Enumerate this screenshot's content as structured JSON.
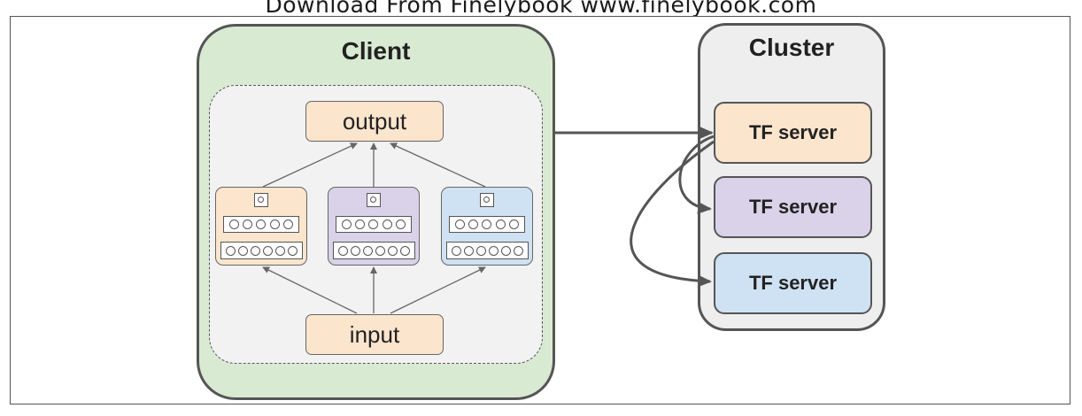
{
  "watermark": "Download From Finelybook www.finelybook.com",
  "client": {
    "title": "Client",
    "output_label": "output",
    "input_label": "input",
    "models": [
      {
        "color": "#fce5cd",
        "top_units": 5,
        "bottom_units": 6
      },
      {
        "color": "#d9d2e9",
        "top_units": 5,
        "bottom_units": 6
      },
      {
        "color": "#cfe2f3",
        "top_units": 5,
        "bottom_units": 6
      }
    ]
  },
  "cluster": {
    "title": "Cluster",
    "servers": [
      {
        "label": "TF server",
        "color": "#fce5cd"
      },
      {
        "label": "TF server",
        "color": "#d9d2e9"
      },
      {
        "label": "TF server",
        "color": "#cfe2f3"
      }
    ]
  },
  "colors": {
    "client_bg": "#d9ead3",
    "cluster_bg": "#eeeeee",
    "io_bg": "#fce5cd",
    "arrow": "#555555"
  }
}
